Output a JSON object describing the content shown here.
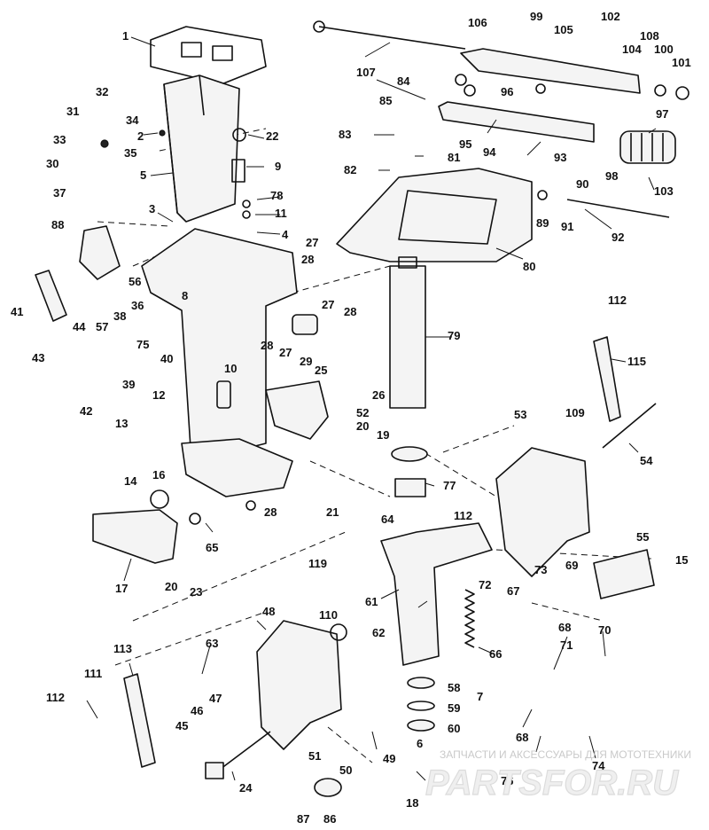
{
  "callouts": [
    "1",
    "2",
    "3",
    "4",
    "5",
    "6",
    "7",
    "8",
    "9",
    "10",
    "11",
    "12",
    "13",
    "14",
    "15",
    "16",
    "17",
    "18",
    "19",
    "20",
    "20",
    "21",
    "22",
    "23",
    "24",
    "25",
    "26",
    "27",
    "27",
    "27",
    "28",
    "28",
    "28",
    "28",
    "29",
    "30",
    "31",
    "32",
    "33",
    "34",
    "35",
    "36",
    "37",
    "38",
    "39",
    "40",
    "41",
    "42",
    "43",
    "44",
    "45",
    "46",
    "47",
    "48",
    "49",
    "50",
    "51",
    "52",
    "53",
    "54",
    "55",
    "56",
    "57",
    "58",
    "59",
    "60",
    "61",
    "62",
    "63",
    "64",
    "65",
    "66",
    "67",
    "68",
    "68",
    "69",
    "70",
    "71",
    "72",
    "73",
    "74",
    "75",
    "76",
    "77",
    "78",
    "79",
    "80",
    "81",
    "82",
    "83",
    "84",
    "85",
    "86",
    "87",
    "88",
    "89",
    "90",
    "91",
    "92",
    "93",
    "94",
    "95",
    "96",
    "97",
    "98",
    "99",
    "100",
    "101",
    "102",
    "103",
    "104",
    "105",
    "106",
    "107",
    "108",
    "109",
    "110",
    "111",
    "112",
    "112",
    "112",
    "113",
    "115",
    "119"
  ],
  "watermark": {
    "caption": "ЗАПЧАСТИ И АКСЕССУАРЫ ДЛЯ МОТОТЕХНИКИ",
    "logo": "PARTSFOR.RU"
  }
}
